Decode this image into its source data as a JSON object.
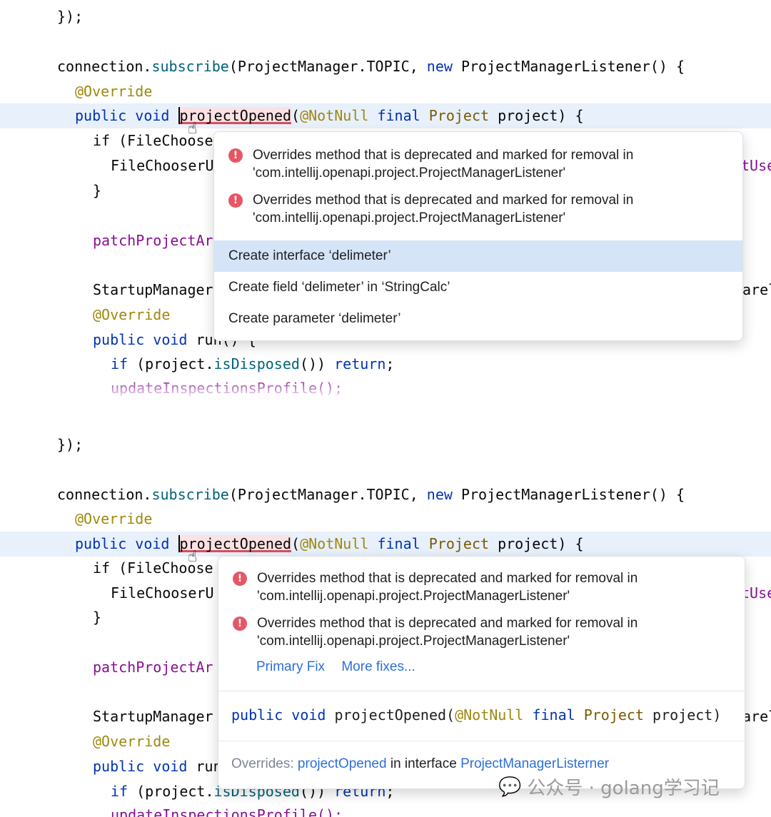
{
  "code": {
    "closing": "});",
    "connection": "connection.",
    "subscribe": "subscribe",
    "subscribe_args": "(ProjectManager.TOPIC, ",
    "new_kw": "new",
    "listener_ctor": " ProjectManagerListener() {",
    "override": "@Override",
    "public_void": "public void ",
    "project_opened": "projectOpened",
    "notnull": "@NotNull",
    "final_kw": "final",
    "project_type": "Project",
    "params_tail": " project) {",
    "if_filechooser": "if (FileChoose",
    "filechooser_u": "FileChooserU",
    "close_brace": "}",
    "patch_project": "patchProjectAr",
    "startup_manager": "StartupManager",
    "run_partial": "run() {",
    "if_kw": "if",
    "project_dot": " (project.",
    "is_disposed": "isDisposed",
    "after_disposed": "()) ",
    "return_kw": "return",
    "semicolon": ";",
    "update_inspections": "updateInspectionsProfile();",
    "right_edge_1": "tUse",
    "right_edge_2": "arel"
  },
  "popup_quickfix": {
    "warnings": [
      "Overrides method that is deprecated and marked for removal in 'com.intellij.openapi.project.ProjectManagerListener'",
      "Overrides method that is deprecated and marked for removal in 'com.intellij.openapi.project.ProjectManagerListener'"
    ],
    "items": [
      "Create interface ‘delimeter’",
      "Create field ‘delimeter’ in ‘StringCalc’",
      "Create parameter ‘delimeter’"
    ]
  },
  "popup_doc": {
    "warnings": [
      "Overrides method that is deprecated and marked for removal in 'com.intellij.openapi.project.ProjectManagerListener'",
      "Overrides method that is deprecated and marked for removal in 'com.intellij.openapi.project.ProjectManagerListener'"
    ],
    "primary_fix": "Primary Fix",
    "more_fixes": "More fixes...",
    "sig_public_void": "public void ",
    "sig_method": "projectOpened(",
    "sig_notnull": "@NotNull",
    "sig_final": " final ",
    "sig_type": "Project",
    "sig_tail": " project)",
    "overrides_label": "Overrides: ",
    "overrides_method": "projectOpened",
    "overrides_mid": " in interface ",
    "overrides_iface": "ProjectManagerListerner"
  },
  "watermark": "公众号 · golang学习记",
  "icons": {
    "error": "!",
    "hand": "☝",
    "wechat": "💬"
  }
}
